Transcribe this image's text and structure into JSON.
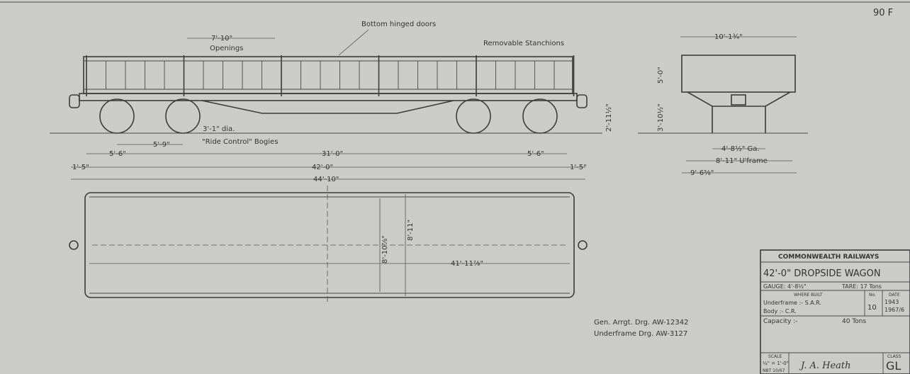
{
  "sheet_ref": "90 F",
  "side_view": {
    "bottom_hinged_doors": "Bottom hinged doors",
    "opening_dim": "7'-10\"",
    "openings_label": "Openings",
    "removable_stanchions": "Removable Stanchions",
    "wheel_dia": "3'-1\" dia.",
    "bogies_label": "\"Ride Control\" Bogies",
    "bogie_wheelbase": "5'-9\"",
    "overhang_left": "5'-6\"",
    "bogie_centres": "31'-0\"",
    "overhang_right": "5'-6\"",
    "buffer_left": "1'-5\"",
    "body_length": "42'-0\"",
    "buffer_right": "1'-5\"",
    "overall_length": "44'-10\"",
    "coupler_height": "2'-11½\""
  },
  "end_view": {
    "width_top": "10'-1¾\"",
    "body_height": "5'-0\"",
    "floor_height": "3'-10½\"",
    "gauge": "4'-8½\" Ga.",
    "underframe_width": "8'-11\" U'frame",
    "overall_width": "9'-6⅝\""
  },
  "plan_view": {
    "inside_width": "8'-10⅞\"",
    "frame_width": "8'-11\"",
    "inside_length": "41'-11⅞\""
  },
  "references": {
    "gen_arrgt": "Gen. Arrgt. Drg. AW-12342",
    "underframe": "Underframe Drg. AW-3127"
  },
  "title_block": {
    "org": "COMMONWEALTH RAILWAYS",
    "title": "42'-0\" DROPSIDE WAGON",
    "gauge": "GAUGE: 4'-8½\"",
    "tare": "TARE: 17 Tons",
    "where_built_hdr": "WHERE BUILT",
    "no_hdr": "No.",
    "date_hdr": "DATE",
    "underframe": "Underframe :- S.A.R.",
    "body": "Body :- C.R.",
    "number": "10",
    "date1": "1943",
    "date2": "1967/6",
    "capacity_label": "Capacity :-",
    "capacity": "40 Tons",
    "scale_hdr": "SCALE",
    "scale": "¼\" = 1'-0\"",
    "scale_note": "NBT 10/67",
    "signature": "J. A. Heath",
    "class_hdr": "CLASS",
    "class": "GL"
  }
}
